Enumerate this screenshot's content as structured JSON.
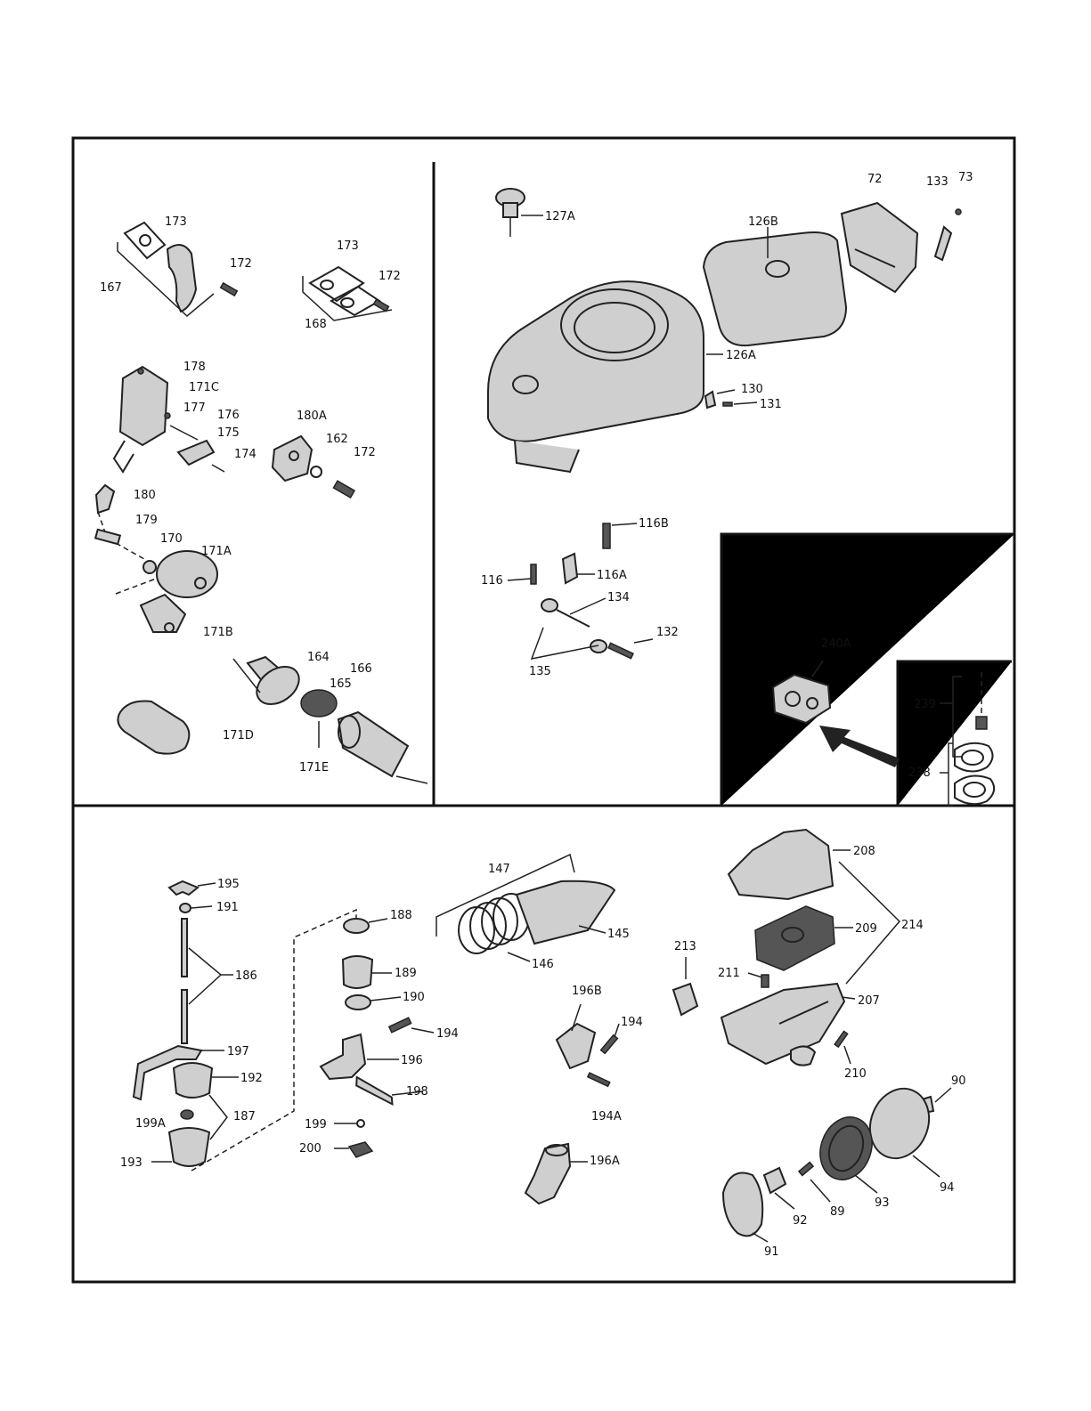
{
  "labels": {
    "l173a": "173",
    "l172a": "172",
    "l167": "167",
    "l173b": "173",
    "l172b": "172",
    "l168": "168",
    "l178": "178",
    "l171c": "171C",
    "l177": "177",
    "l176": "176",
    "l175": "175",
    "l174": "174",
    "l180a": "180A",
    "l162": "162",
    "l172c": "172",
    "l180": "180",
    "l179": "179",
    "l170": "170",
    "l171a": "171A",
    "l171b": "171B",
    "l164": "164",
    "l166": "166",
    "l165": "165",
    "l171d": "171D",
    "l171e": "171E",
    "l127a": "127A",
    "l126b": "126B",
    "l72": "72",
    "l133": "133",
    "l73": "73",
    "l126a": "126A",
    "l130": "130",
    "l131": "131",
    "l116b": "116B",
    "l116": "116",
    "l116a": "116A",
    "l134": "134",
    "l132": "132",
    "l135": "135",
    "l240a": "240A",
    "l239": "239",
    "l238": "238",
    "l195": "195",
    "l191": "191",
    "l186": "186",
    "l197": "197",
    "l192": "192",
    "l199a": "199A",
    "l187": "187",
    "l193": "193",
    "l188": "188",
    "l189": "189",
    "l190": "190",
    "l194a": "194",
    "l196": "196",
    "l198": "198",
    "l199": "199",
    "l200": "200",
    "l147": "147",
    "l145": "145",
    "l146": "146",
    "l196b": "196B",
    "l194b": "194",
    "l194c": "194A",
    "l196a": "196A",
    "l208": "208",
    "l209": "209",
    "l214": "214",
    "l213": "213",
    "l211": "211",
    "l207": "207",
    "l210": "210",
    "l90": "90",
    "l94": "94",
    "l93": "93",
    "l89": "89",
    "l92": "92",
    "l91": "91"
  }
}
